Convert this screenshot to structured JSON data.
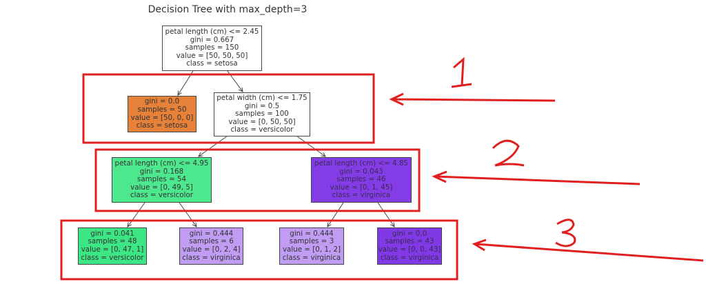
{
  "title": "Decision Tree with max_depth=3",
  "nodes": {
    "root": {
      "split": "petal length (cm) <= 2.45",
      "gini": "gini = 0.667",
      "samples": "samples = 150",
      "value": "value = [50, 50, 50]",
      "class": "class = setosa",
      "color": "#ffffff"
    },
    "setosa_leaf": {
      "gini": "gini = 0.0",
      "samples": "samples = 50",
      "value": "value = [50, 0, 0]",
      "class": "class = setosa",
      "color": "#e58139"
    },
    "petal_width": {
      "split": "petal width (cm) <= 1.75",
      "gini": "gini = 0.5",
      "samples": "samples = 100",
      "value": "value = [0, 50, 50]",
      "class": "class = versicolor",
      "color": "#ffffff"
    },
    "l2_left": {
      "split": "petal length (cm) <= 4.95",
      "gini": "gini = 0.168",
      "samples": "samples = 54",
      "value": "value = [0, 49, 5]",
      "class": "class = versicolor",
      "color": "#4de88e"
    },
    "l2_right": {
      "split": "petal length (cm) <= 4.85",
      "gini": "gini = 0.043",
      "samples": "samples = 46",
      "value": "value = [0, 1, 45]",
      "class": "class = virginica",
      "color": "#843de6"
    },
    "l3_a": {
      "gini": "gini = 0.041",
      "samples": "samples = 48",
      "value": "value = [0, 47, 1]",
      "class": "class = versicolor",
      "color": "#3de684"
    },
    "l3_b": {
      "gini": "gini = 0.444",
      "samples": "samples = 6",
      "value": "value = [0, 2, 4]",
      "class": "class = virginica",
      "color": "#c09cf2"
    },
    "l3_c": {
      "gini": "gini = 0.444",
      "samples": "samples = 3",
      "value": "value = [0, 1, 2]",
      "class": "class = virginica",
      "color": "#c09cf2"
    },
    "l3_d": {
      "gini": "gini = 0.0",
      "samples": "samples = 43",
      "value": "value = [0, 0, 43]",
      "class": "class = virginica",
      "color": "#8139e5"
    }
  },
  "annotations": {
    "level1": "1",
    "level2": "2",
    "level3": "3",
    "color": "#e02020"
  }
}
